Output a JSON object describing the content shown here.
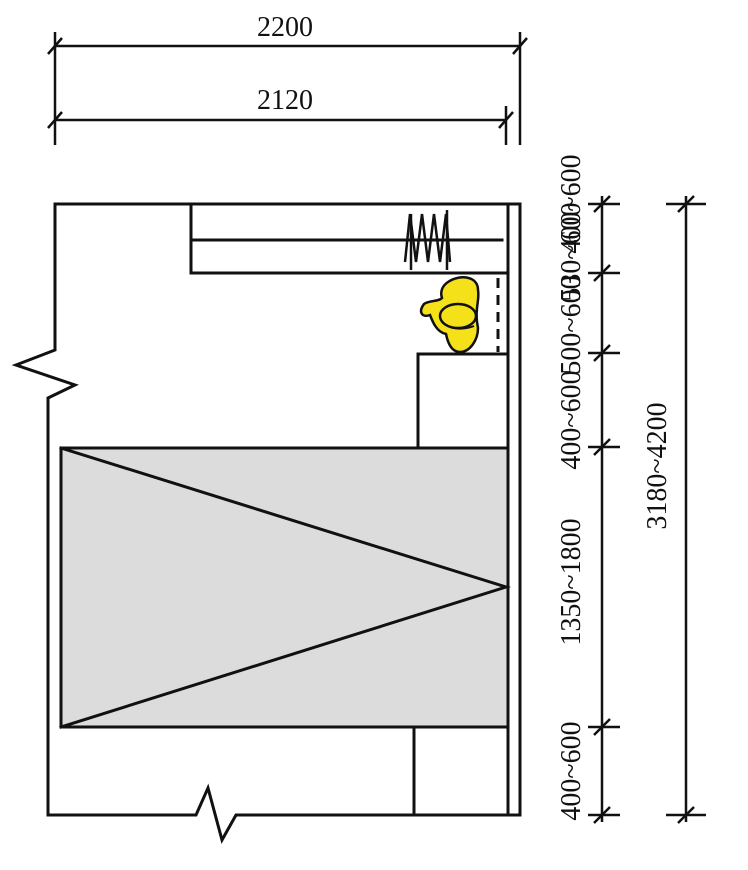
{
  "dimensions": {
    "overall_width": "2200",
    "inner_width": "2120",
    "segment_1": "530~600",
    "segment_1_top": "400~600",
    "segment_2": "500~600",
    "segment_3": "400~600",
    "segment_4": "1350~1800",
    "segment_5": "400~600",
    "overall_length": "3180~4200"
  },
  "colors": {
    "bed_fill": "#dcdcdc",
    "toilet_fill": "#f5e11a",
    "line": "#111111"
  }
}
